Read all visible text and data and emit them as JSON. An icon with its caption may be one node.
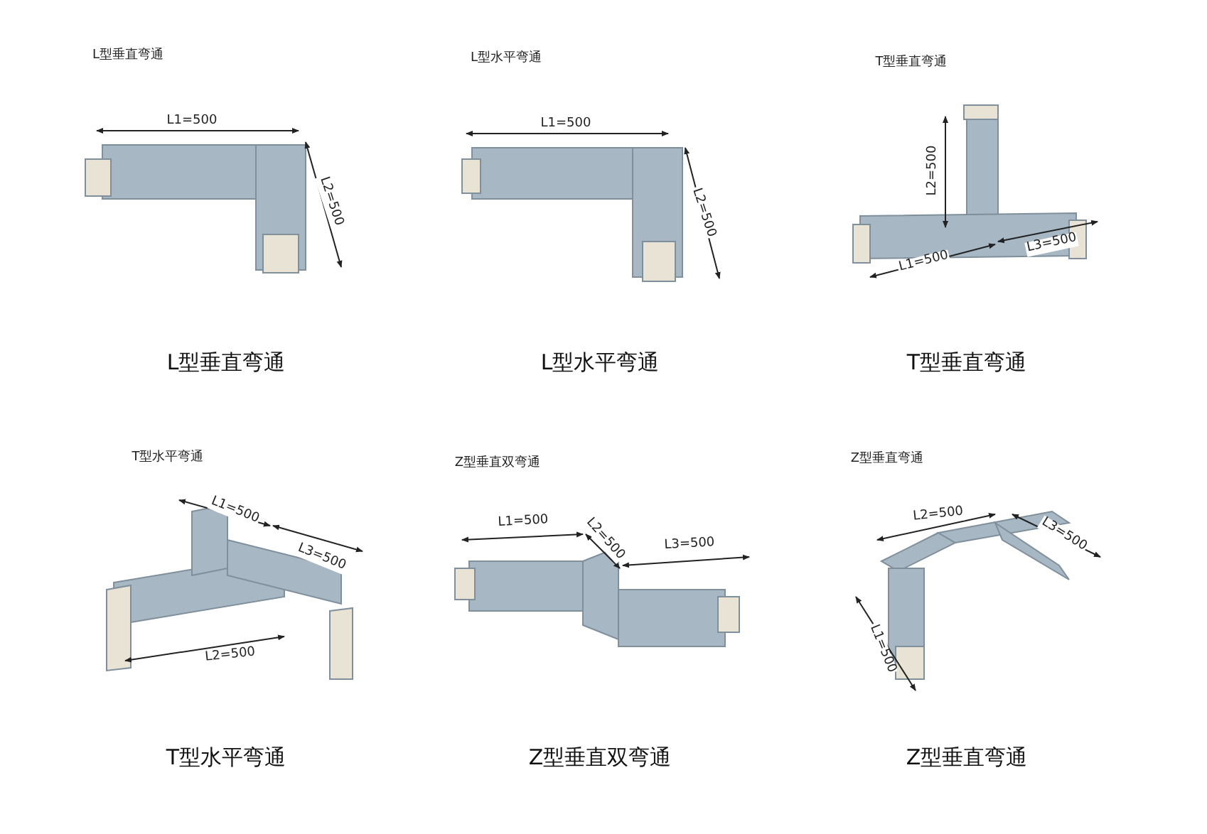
{
  "diagram": {
    "labels": [
      "L型垂直弯通",
      "L1=500",
      "L2=500",
      "L型垂直弯通",
      "L型水平弯通",
      "L1=500",
      "L2=500",
      "L型水平弯通",
      "T型垂直弯通",
      "L2=500",
      "L1=500",
      "L3=500",
      "T型垂直弯通",
      "T型水平弯通",
      "L1=500",
      "L3=500",
      "L2=500",
      "T型水平弯通",
      "Z型垂直双弯通",
      "L1=500",
      "L2=500",
      "L3=500",
      "Z型垂直双弯通",
      "Z型垂直弯通",
      "L2=500",
      "L3=500",
      "L1=500",
      "Z型垂直弯通"
    ]
  }
}
